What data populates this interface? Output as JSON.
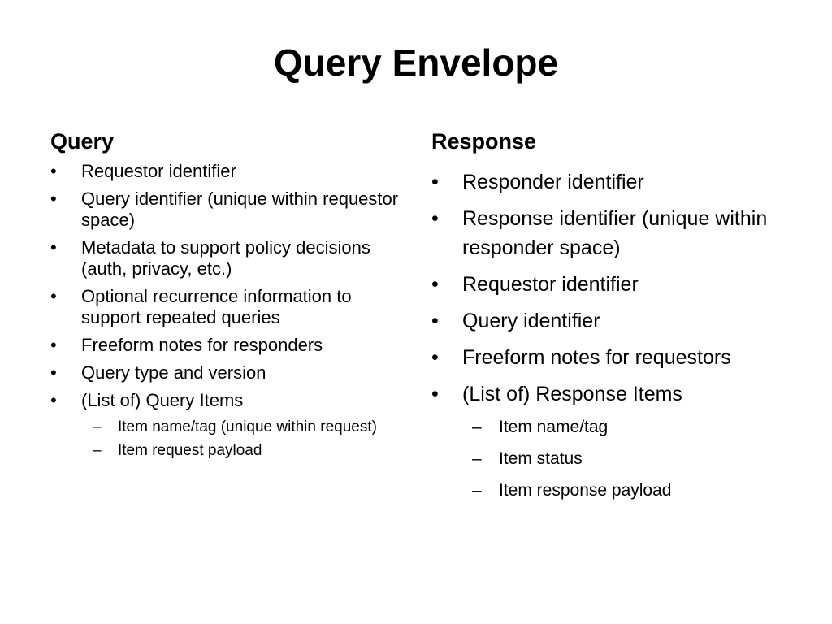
{
  "slide": {
    "title": "Query Envelope",
    "left": {
      "heading": "Query",
      "items": [
        {
          "level": 1,
          "bullet": "•",
          "text": "Requestor identifier"
        },
        {
          "level": 1,
          "bullet": "•",
          "text": "Query identifier (unique within requestor space)"
        },
        {
          "level": 1,
          "bullet": "•",
          "text": "Metadata to support policy decisions (auth, privacy, etc.)"
        },
        {
          "level": 1,
          "bullet": "•",
          "text": "Optional recurrence information to support repeated queries"
        },
        {
          "level": 1,
          "bullet": "•",
          "text": "Freeform notes for responders"
        },
        {
          "level": 1,
          "bullet": "•",
          "text": "Query type and version"
        },
        {
          "level": 1,
          "bullet": "•",
          "text": "(List of) Query Items"
        },
        {
          "level": 2,
          "bullet": "–",
          "text": "Item name/tag (unique within request)"
        },
        {
          "level": 2,
          "bullet": "–",
          "text": "Item request payload"
        }
      ]
    },
    "right": {
      "heading": "Response",
      "items": [
        {
          "level": 1,
          "bullet": "•",
          "text": "Responder identifier"
        },
        {
          "level": 1,
          "bullet": "•",
          "text": "Response identifier (unique within responder space)"
        },
        {
          "level": 1,
          "bullet": "•",
          "text": "Requestor identifier"
        },
        {
          "level": 1,
          "bullet": "•",
          "text": "Query identifier"
        },
        {
          "level": 1,
          "bullet": "•",
          "text": "Freeform notes for requestors"
        },
        {
          "level": 1,
          "bullet": "•",
          "text": "(List of) Response Items"
        },
        {
          "level": 2,
          "bullet": "–",
          "text": "Item name/tag"
        },
        {
          "level": 2,
          "bullet": "–",
          "text": "Item status"
        },
        {
          "level": 2,
          "bullet": "–",
          "text": "Item response payload"
        }
      ]
    }
  }
}
